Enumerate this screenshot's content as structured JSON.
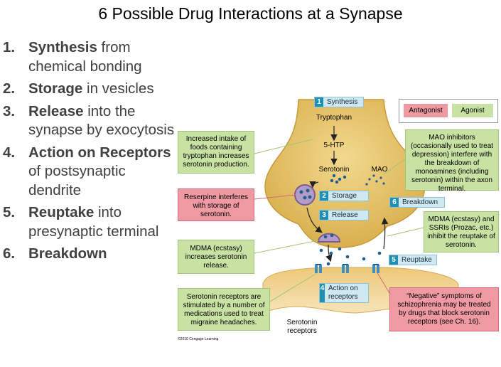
{
  "title": "6 Possible Drug Interactions at a Synapse",
  "steps": [
    {
      "num": "1.",
      "bold": "Synthesis",
      "rest": " from chemical bonding"
    },
    {
      "num": "2.",
      "bold": "Storage",
      "rest": " in vesicles"
    },
    {
      "num": "3.",
      "bold": "Release",
      "rest": " into the synapse by exocytosis"
    },
    {
      "num": "4.",
      "bold": "Action on Receptors",
      "rest": " of postsynaptic dendrite"
    },
    {
      "num": "5.",
      "bold": "Reuptake",
      "rest": " into presynaptic terminal"
    },
    {
      "num": "6.",
      "bold": "Breakdown",
      "rest": ""
    }
  ],
  "legend": {
    "antagonist": "Antagonist",
    "agonist": "Agonist"
  },
  "labels": {
    "tryptophan": "Tryptophan",
    "five_htp": "5-HTP",
    "serotonin": "Serotonin",
    "mao": "MAO",
    "serotonin_receptors": "Serotonin receptors",
    "copyright": "©2010 Cengage Learning"
  },
  "tags": {
    "synthesis": {
      "n": "1",
      "t": "Synthesis"
    },
    "storage": {
      "n": "2",
      "t": "Storage"
    },
    "release": {
      "n": "3",
      "t": "Release"
    },
    "action": {
      "n": "4",
      "t": "Action on receptors"
    },
    "reuptake": {
      "n": "5",
      "t": "Reuptake"
    },
    "breakdown": {
      "n": "6",
      "t": "Breakdown"
    }
  },
  "annotations": {
    "tryptophan_foods": "Increased intake of foods containing tryptophan increases serotonin production.",
    "reserpine": "Reserpine interferes with storage of serotonin.",
    "mdma_release": "MDMA (ecstasy) increases serotonin release.",
    "receptors_migraine": "Serotonin receptors are stimulated by a number of medications used to treat migraine headaches.",
    "mao_inhibitors": "MAO inhibitors (occasionally used to treat depression) interfere with the breakdown of monoamines (including serotonin) within the axon terminal.",
    "mdma_ssri": "MDMA (ecstasy) and SSRIs (Prozac, etc.) inhibit the reuptake of serotonin.",
    "schizophrenia": "“Negative” symptoms of schizophrenia may be treated by drugs that block serotonin receptors (see Ch. 16)."
  },
  "colors": {
    "antagonist": "#ef99a2",
    "agonist": "#c8e2a4",
    "tag_number": "#1f8fb3",
    "terminal": "#e3c26a",
    "transmitter": "#1f5f8f"
  }
}
